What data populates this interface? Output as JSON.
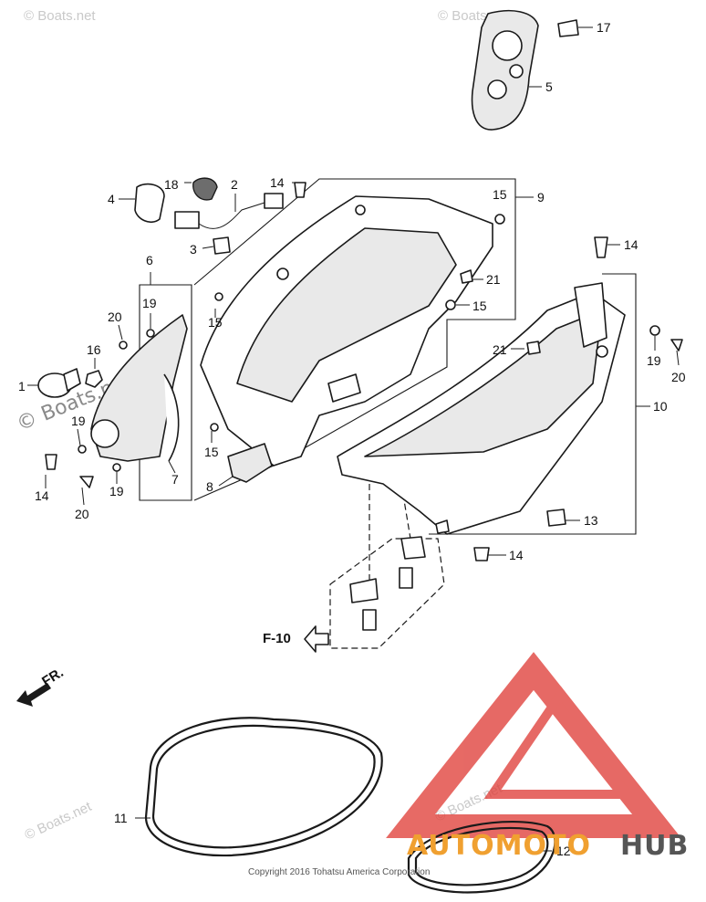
{
  "callouts": [
    "1",
    "2",
    "3",
    "4",
    "5",
    "6",
    "7",
    "8",
    "9",
    "10",
    "11",
    "12",
    "13",
    "14",
    "14",
    "14",
    "14",
    "15",
    "15",
    "15",
    "15",
    "16",
    "17",
    "18",
    "19",
    "19",
    "19",
    "19",
    "20",
    "20",
    "20",
    "21",
    "21"
  ],
  "reference": "F-10",
  "front_label": "FR.",
  "watermark_text": "© Boats.net",
  "copyright": "Copyright 2016 Tohatsu America Corporation",
  "brand": {
    "word_a": "AUTOMOTO",
    "word_b": "HUB",
    "color_a": "#f0a030",
    "color_b": "#555555",
    "logo_color": "#e0403a"
  },
  "icons": [
    "front-arrow-icon",
    "reference-arrow-icon",
    "brand-triangle-logo"
  ]
}
